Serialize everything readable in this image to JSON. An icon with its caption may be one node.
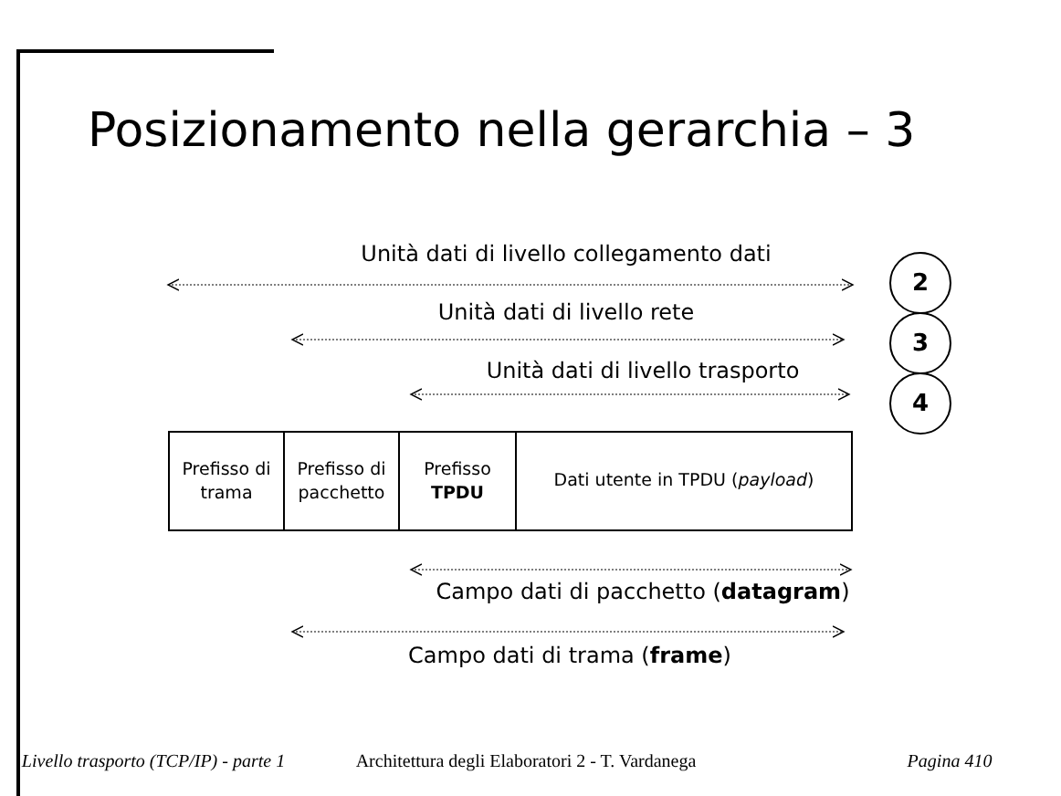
{
  "diagram": {
    "title": "Posizionamento nella gerarchia – 3",
    "nodes": [
      {
        "text": [
          "Prefisso di trama"
        ]
      },
      {
        "text": [
          "Prefisso di pacchetto"
        ]
      },
      {
        "text": [
          "Prefisso **TPDU**"
        ]
      },
      {
        "text": [
          "Dati utente in TPDU (*payload*)"
        ]
      },
      {
        "text": [
          "2"
        ]
      },
      {
        "text": [
          "3"
        ]
      },
      {
        "text": [
          "4"
        ]
      }
    ],
    "labels": [
      "Unità dati di livello collegamento dati",
      "Unità dati di livello rete",
      "Unità dati di livello trasporto",
      "Campo dati di pacchetto (**datagram**)",
      "Campo dati di trama (**frame**)",
      "Livello trasporto (TCP/IP) - parte 1",
      "Architettura degli Elaboratori 2 - T. Vardanega",
      "Pagina 410"
    ]
  }
}
